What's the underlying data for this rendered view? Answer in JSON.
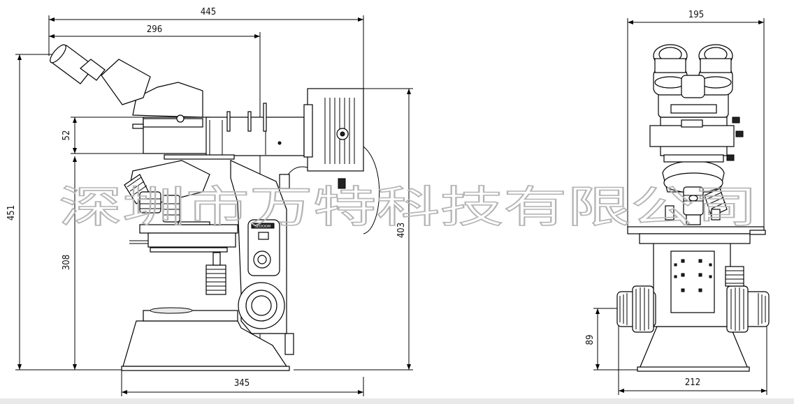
{
  "dimensions": {
    "side_total_width": "445",
    "side_eyepiece_to_axis": "296",
    "side_total_height": "451",
    "side_illuminator_height": "52",
    "side_stage_height": "308",
    "side_lamp_height": "403",
    "side_base_width": "345",
    "front_total_width": "195",
    "front_base_height": "89",
    "front_base_width": "212"
  },
  "nameplate": "SEDOOM",
  "watermark": "深圳市万特科技有限公司",
  "colors": {
    "line": "#000000",
    "watermark": "#b5b5b5",
    "background": "#ffffff"
  }
}
